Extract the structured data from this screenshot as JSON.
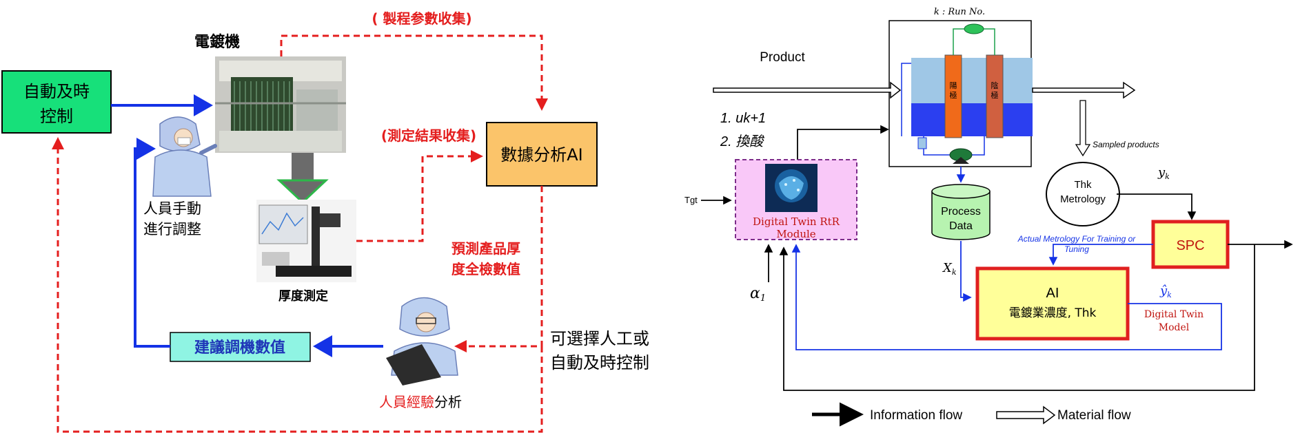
{
  "left": {
    "auto_control": [
      "自動及時",
      "控制"
    ],
    "plating_machine": "電鍍機",
    "process_param_collect": "( 製程参數收集)",
    "measure_result_collect": "(測定結果收集)",
    "data_ai": "數據分析AI",
    "staff_manual": [
      "人員手動",
      "進行調整"
    ],
    "thickness_measure": "厚度測定",
    "predict_label": [
      "預測產品厚",
      "度全檢數值"
    ],
    "suggest_params": "建議調機數值",
    "choose_manual": [
      "可選擇人工或",
      "自動及時控制"
    ],
    "experience_prefix": "人員經驗",
    "experience_suffix": "分析"
  },
  "right": {
    "run_no": "k : Run No.",
    "product": "Product",
    "step1": "1. uk+1",
    "step2": "2. 換酸",
    "tgt": "Tgt",
    "dt_module": [
      "Digital Twin RtR",
      "Module"
    ],
    "alpha": "α",
    "alpha_sub": "1",
    "process_data": [
      "Process",
      "Data"
    ],
    "x_k": "X",
    "x_sub": "k",
    "sampled_products": "Sampled products",
    "thk_metrology": [
      "Thk",
      "Metrology"
    ],
    "y_k": "y",
    "y_sub": "k",
    "spc": "SPC",
    "actual_metrology": [
      "Actual Metrology For Training or",
      "Tuning"
    ],
    "ai_box": [
      "AI",
      "電鍍業濃度, Thk"
    ],
    "yhat": "ŷ",
    "yhat_sub": "k",
    "dt_model": [
      "Digital Twin",
      "Model"
    ],
    "anode_left": [
      "陽",
      "極"
    ],
    "anode_right": [
      "陰",
      "極"
    ],
    "legend_info": "Information flow",
    "legend_material": "Material flow"
  },
  "colors": {
    "blue_arrow": "#1432e6",
    "red_dash": "#e41e1e",
    "green_box": "#17e07a",
    "orange_box": "#fbc46a",
    "cyan_box": "#8ff4e3",
    "pink_box": "#f9c8f8",
    "yellow_box": "#ffff99",
    "spc_box": "#ffff99"
  }
}
